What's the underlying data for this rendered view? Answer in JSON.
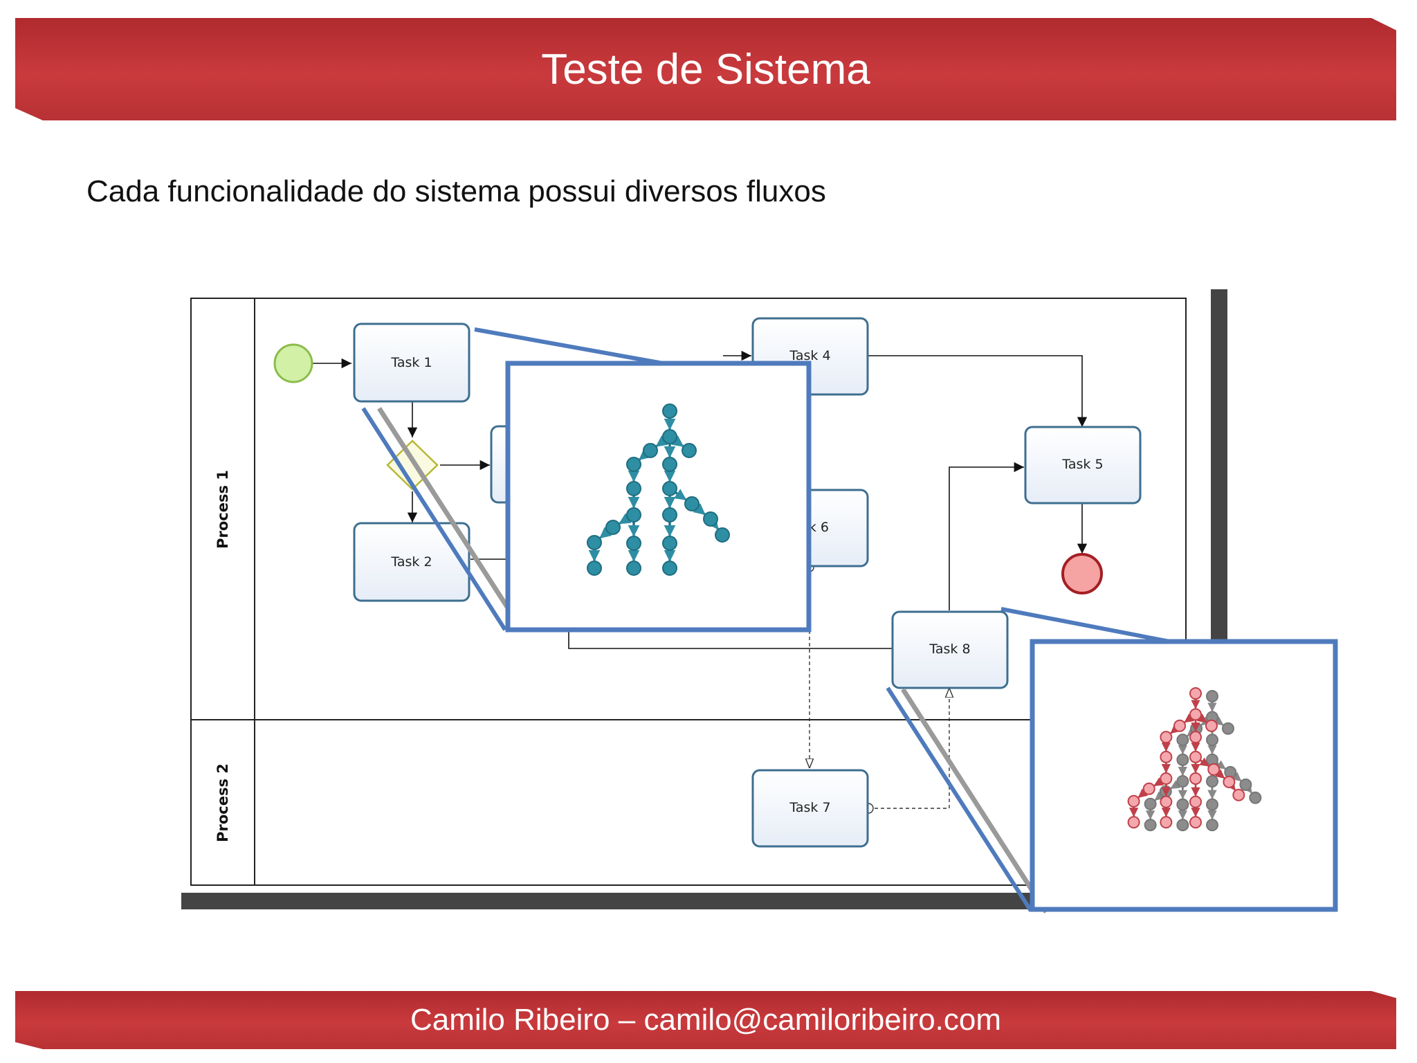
{
  "header": {
    "title": "Teste de Sistema"
  },
  "subtitle": "Cada funcionalidade do sistema possui diversos fluxos",
  "footer": {
    "text": "Camilo Ribeiro – camilo@camiloribeiro.com"
  },
  "diagram": {
    "lanes": [
      "Process 1",
      "Process 2"
    ],
    "tasks": {
      "task1": "Task 1",
      "task2": "Task 2",
      "task4": "Task 4",
      "task5": "Task 5",
      "task6": "k 6",
      "task7": "Task 7",
      "task8": "Task 8"
    }
  },
  "colors": {
    "banner": "#c0353a",
    "zoom_frame": "#4f7bbd",
    "teal_node": "#2e8ea3",
    "red_node": "#f4a8ad",
    "gray_node": "#8c8c8c",
    "start_event": "#c8ec9a",
    "end_event": "#f4a0a0"
  }
}
